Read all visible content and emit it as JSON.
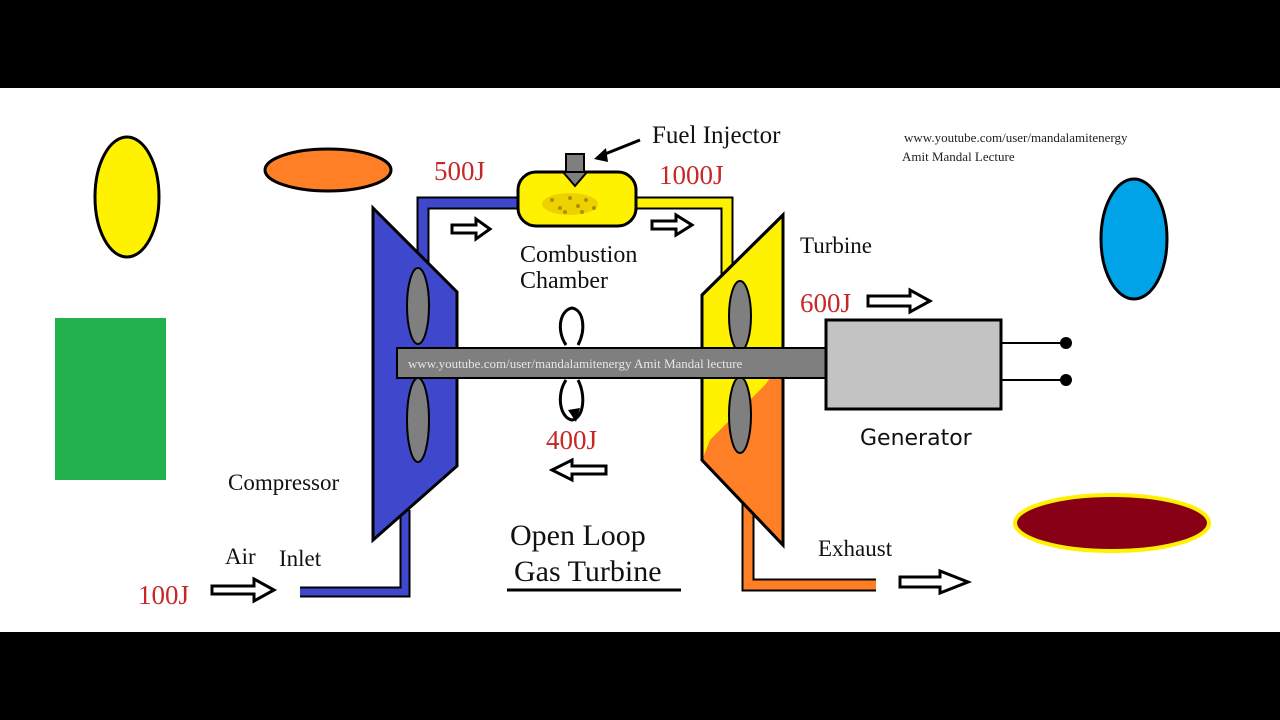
{
  "watermark": {
    "url": "www.youtube.com/user/mandalamitenergy",
    "author": "Amit Mandal Lecture",
    "shaft_text": "www.youtube.com/user/mandalamitenergy Amit Mandal lecture"
  },
  "labels": {
    "fuel_injector": "Fuel Injector",
    "combustion_line1": "Combustion",
    "combustion_line2": "Chamber",
    "turbine": "Turbine",
    "generator": "Generator",
    "compressor": "Compressor",
    "air": "Air",
    "inlet": "Inlet",
    "exhaust": "Exhaust",
    "title_line1": "Open Loop",
    "title_line2": "Gas Turbine"
  },
  "energy": {
    "compressor_out": "500J",
    "combustion_out": "1000J",
    "turbine_out": "600J",
    "shaft_return": "400J",
    "air_in": "100J"
  },
  "colors": {
    "compressor": "#3f48cc",
    "turbine": "#fff200",
    "exhaust": "#ff7f27",
    "shaft": "#7f7f7f",
    "generator": "#c3c3c3",
    "energy_text": "#c62828",
    "yellow_ellipse": "#fff200",
    "orange_ellipse": "#ff7f27",
    "blue_ellipse": "#00a2e8",
    "green_rect": "#22b14c",
    "darkred_ellipse": "#880015"
  }
}
